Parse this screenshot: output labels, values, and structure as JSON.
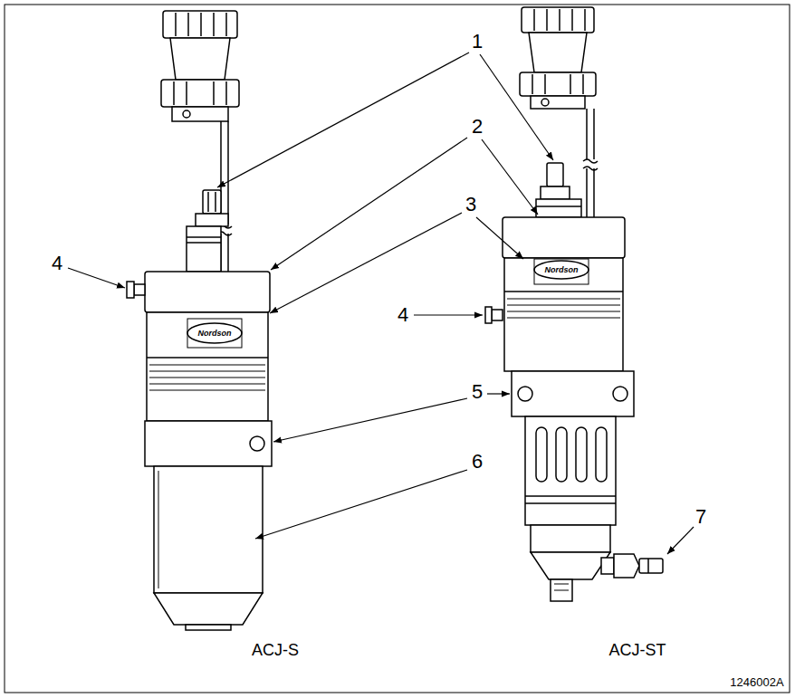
{
  "diagram": {
    "labels": [
      "1",
      "2",
      "3",
      "4",
      "4",
      "5",
      "6",
      "7",
      "Nordson",
      "Nordson",
      "ACJ-S",
      "ACJ-ST",
      "1246002A"
    ]
  }
}
